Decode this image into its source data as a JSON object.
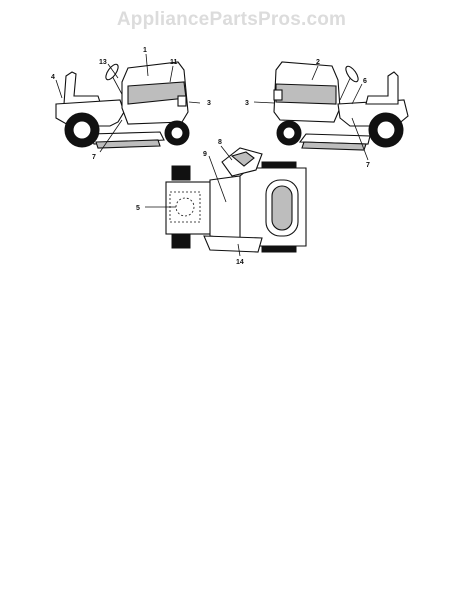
{
  "watermark": "AppliancePartsPros.com",
  "callouts": {
    "c1": "1",
    "c2": "2",
    "c3a": "3",
    "c3b": "3",
    "c4": "4",
    "c5": "5",
    "c6": "6",
    "c7a": "7",
    "c7b": "7",
    "c8": "8",
    "c9": "9",
    "c11": "11",
    "c13": "13",
    "c14": "14"
  }
}
